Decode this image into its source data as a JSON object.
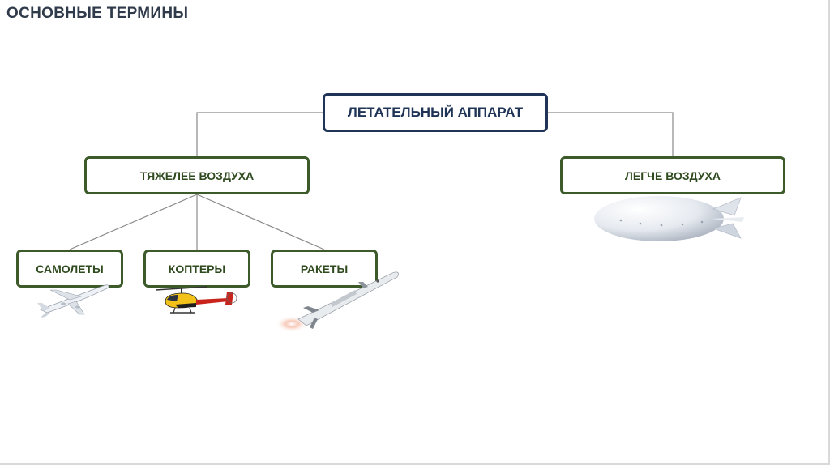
{
  "page": {
    "title": "ОСНОВНЫЕ ТЕРМИНЫ"
  },
  "diagram": {
    "root": "ЛЕТАТЕЛЬНЫЙ АППАРАТ",
    "heavier": {
      "label": "ТЯЖЕЛЕЕ ВОЗДУХА",
      "children": [
        "САМОЛЕТЫ",
        "КОПТЕРЫ",
        "РАКЕТЫ"
      ]
    },
    "lighter": {
      "label": "ЛЕГЧЕ ВОЗДУХА"
    }
  },
  "colors": {
    "root_border": "#1f3457",
    "green_border": "#3d5a2a",
    "connector": "#8a8a8a",
    "title": "#2f3a4a"
  },
  "illustrations": [
    "airship-icon",
    "airplane-icon",
    "helicopter-icon",
    "rocket-icon"
  ]
}
